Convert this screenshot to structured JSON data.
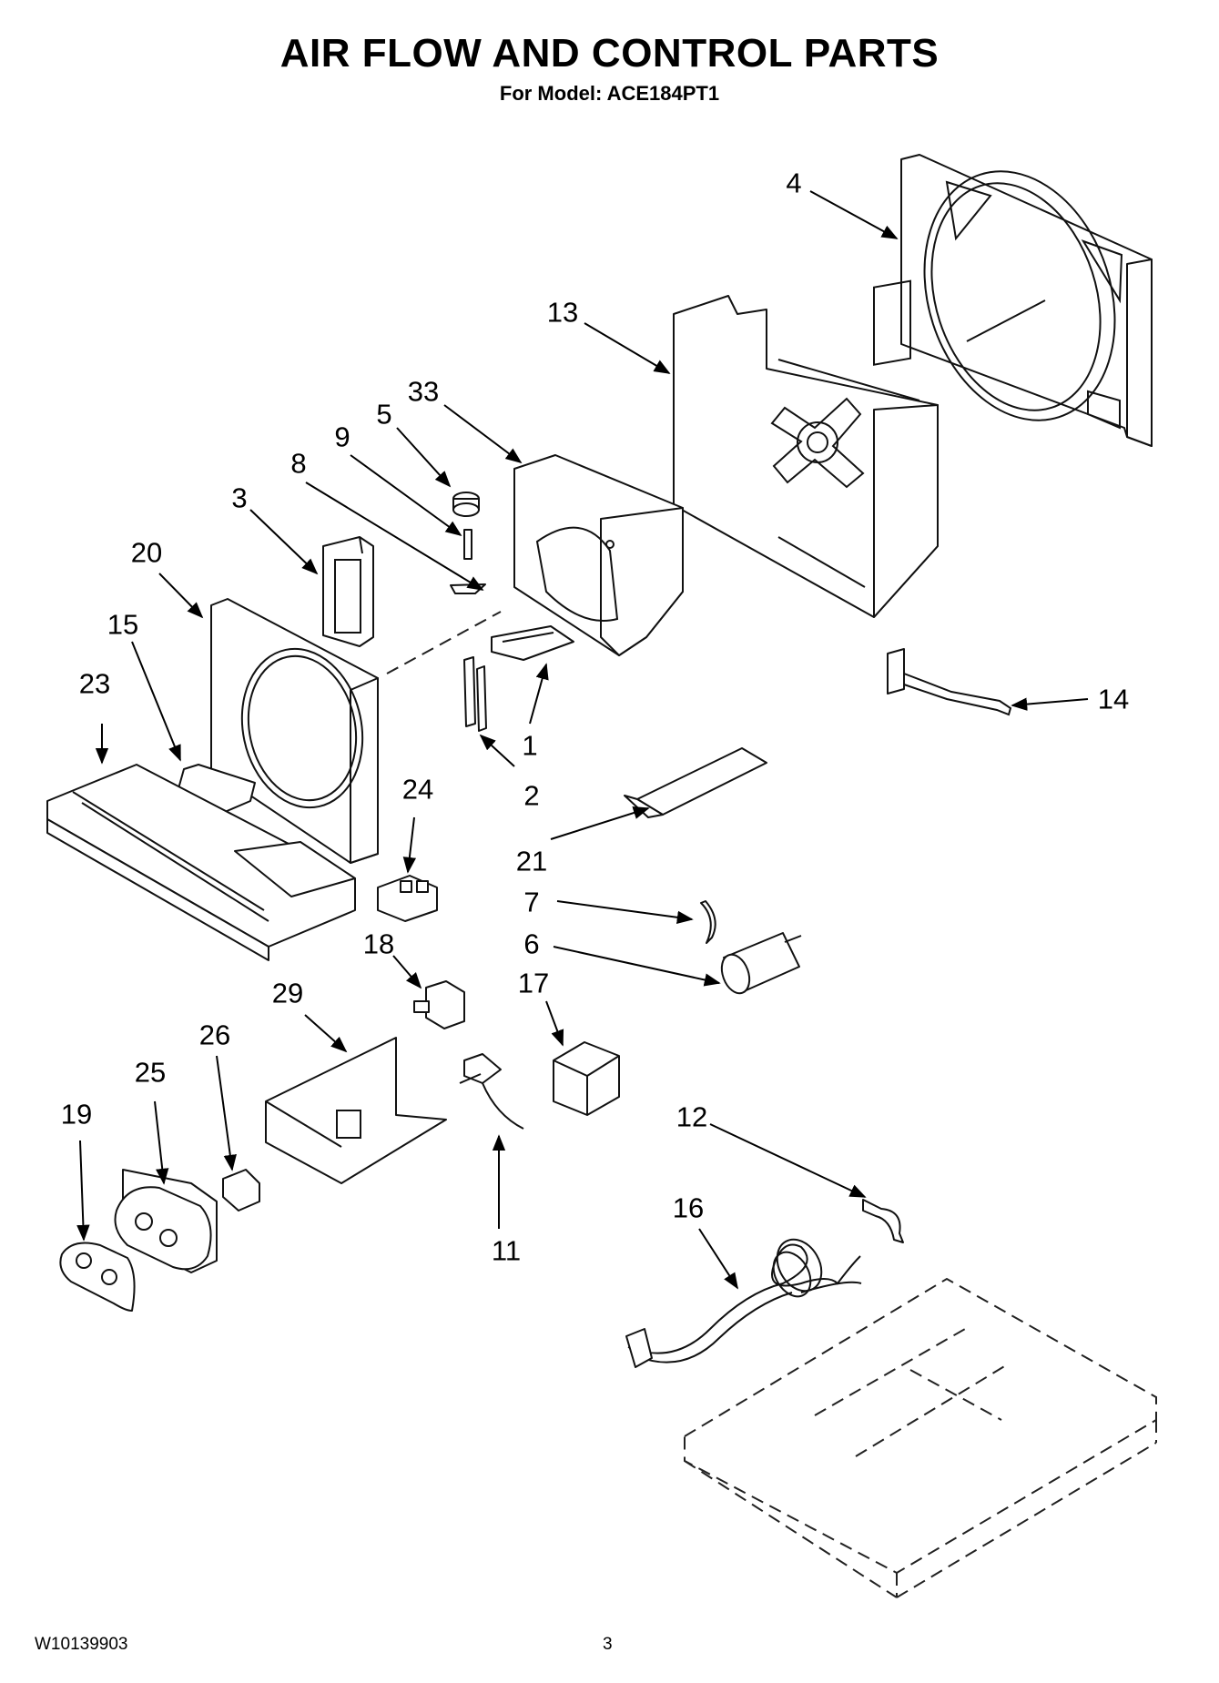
{
  "header": {
    "title": "AIR FLOW AND CONTROL PARTS",
    "subtitle": "For Model: ACE184PT1"
  },
  "footer": {
    "doc_number": "W10139903",
    "page_number": "3"
  },
  "callouts": [
    {
      "id": "4",
      "label": "4"
    },
    {
      "id": "13",
      "label": "13"
    },
    {
      "id": "33",
      "label": "33"
    },
    {
      "id": "5",
      "label": "5"
    },
    {
      "id": "9",
      "label": "9"
    },
    {
      "id": "8",
      "label": "8"
    },
    {
      "id": "3",
      "label": "3"
    },
    {
      "id": "20",
      "label": "20"
    },
    {
      "id": "15",
      "label": "15"
    },
    {
      "id": "23",
      "label": "23"
    },
    {
      "id": "1",
      "label": "1"
    },
    {
      "id": "2",
      "label": "2"
    },
    {
      "id": "14",
      "label": "14"
    },
    {
      "id": "24",
      "label": "24"
    },
    {
      "id": "21",
      "label": "21"
    },
    {
      "id": "7",
      "label": "7"
    },
    {
      "id": "6",
      "label": "6"
    },
    {
      "id": "18",
      "label": "18"
    },
    {
      "id": "17",
      "label": "17"
    },
    {
      "id": "29",
      "label": "29"
    },
    {
      "id": "26",
      "label": "26"
    },
    {
      "id": "25",
      "label": "25"
    },
    {
      "id": "19",
      "label": "19"
    },
    {
      "id": "11",
      "label": "11"
    },
    {
      "id": "12",
      "label": "12"
    },
    {
      "id": "16",
      "label": "16"
    }
  ]
}
